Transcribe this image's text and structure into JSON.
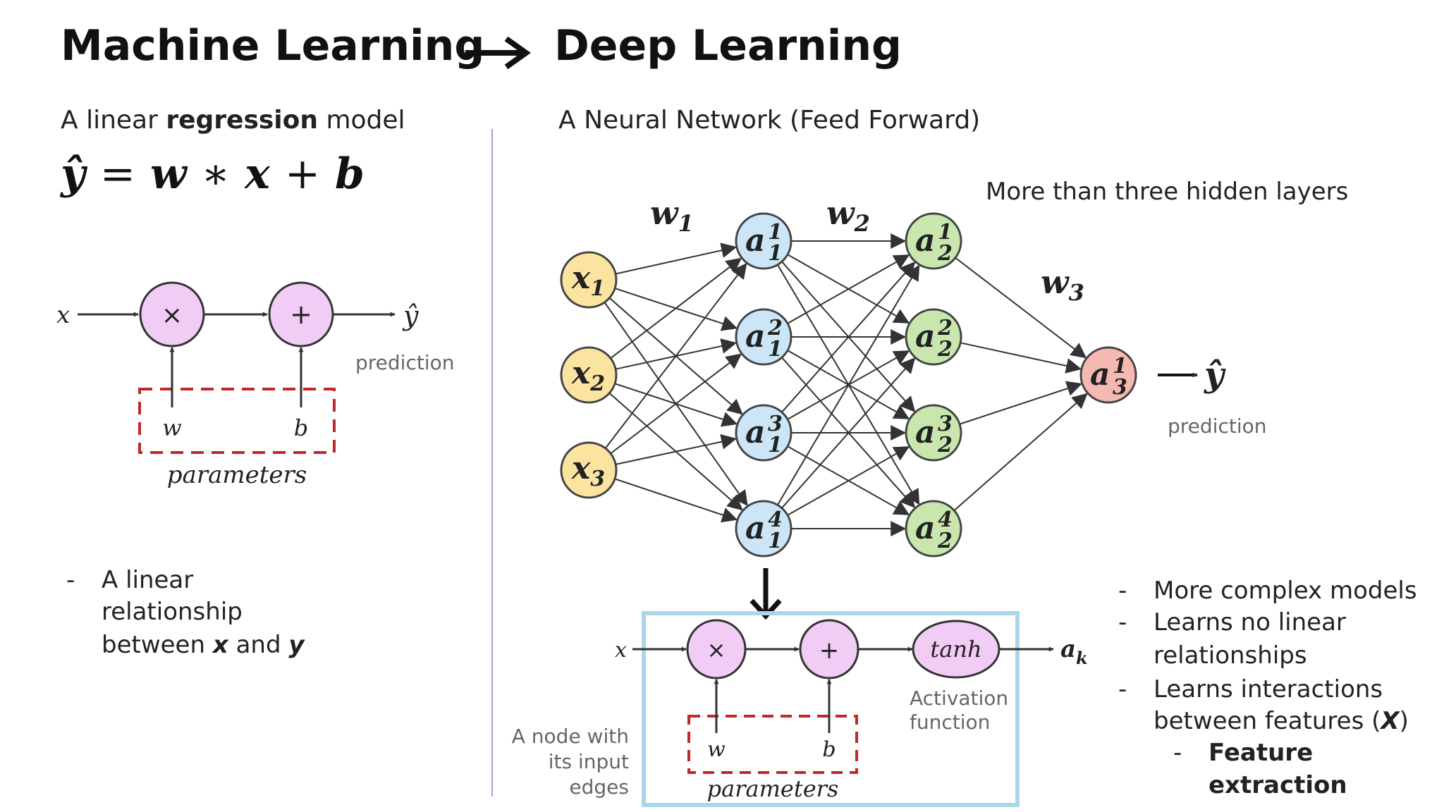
{
  "header": {
    "left_title": "Machine Learning",
    "right_title": "Deep Learning"
  },
  "left": {
    "subtitle_pre": "A linear ",
    "subtitle_bold": "regression",
    "subtitle_post": " model",
    "equation": {
      "yhat": "ŷ",
      "eq": "=",
      "w": "w",
      "star": "∗",
      "x": "x",
      "plus": "+",
      "b": "b"
    },
    "graph": {
      "input": "x",
      "mul": "×",
      "add": "+",
      "output": "ŷ",
      "w": "w",
      "b": "b",
      "params": "parameters",
      "prediction": "prediction"
    },
    "bullets": {
      "dash": "-",
      "line1": "A linear",
      "line2": "relationship",
      "line3_pre": "between ",
      "line3_x": "x",
      "line3_mid": " and ",
      "line3_y": "y"
    }
  },
  "right": {
    "subtitle": "A Neural Network (Feed Forward)",
    "hidden_note": "More than three hidden layers",
    "weights": {
      "w1": "w",
      "w1s": "1",
      "w2": "w",
      "w2s": "2",
      "w3": "w",
      "w3s": "3"
    },
    "inputs": [
      {
        "base": "x",
        "sub": "1"
      },
      {
        "base": "x",
        "sub": "2"
      },
      {
        "base": "x",
        "sub": "3"
      }
    ],
    "hidden1": [
      {
        "base": "a",
        "sup": "1",
        "sub": "1"
      },
      {
        "base": "a",
        "sup": "2",
        "sub": "1"
      },
      {
        "base": "a",
        "sup": "3",
        "sub": "1"
      },
      {
        "base": "a",
        "sup": "4",
        "sub": "1"
      }
    ],
    "hidden2": [
      {
        "base": "a",
        "sup": "1",
        "sub": "2"
      },
      {
        "base": "a",
        "sup": "2",
        "sub": "2"
      },
      {
        "base": "a",
        "sup": "3",
        "sub": "2"
      },
      {
        "base": "a",
        "sup": "4",
        "sub": "2"
      }
    ],
    "output": {
      "base": "a",
      "sup": "1",
      "sub": "3"
    },
    "output_label": "ŷ",
    "prediction": "prediction",
    "node_detail": {
      "input": "x",
      "mul": "×",
      "add": "+",
      "activation": "tanh",
      "output_base": "a",
      "output_sub": "k",
      "w": "w",
      "b": "b",
      "params": "parameters",
      "activation_label_1": "Activation",
      "activation_label_2": "function",
      "node_label_1": "A node with",
      "node_label_2": "its input",
      "node_label_3": "edges"
    },
    "bullets": {
      "dash": "-",
      "b1": "More complex models",
      "b2_1": "Learns no linear",
      "b2_2": "relationships",
      "b3_1": "Learns interactions",
      "b3_2_pre": "between features (",
      "b3_2_x": "X",
      "b3_2_post": ")",
      "b4_1": "Feature",
      "b4_2": "extraction"
    }
  },
  "colors": {
    "purple_node": "#f1ccf5",
    "yellow_node": "#fbe4a0",
    "blue_node": "#cde6f7",
    "green_node": "#c8e6ad",
    "red_node": "#f6b9b2",
    "param_box": "#c0282b",
    "detail_box": "#aad6ea",
    "divider": "#9aa6c4"
  }
}
